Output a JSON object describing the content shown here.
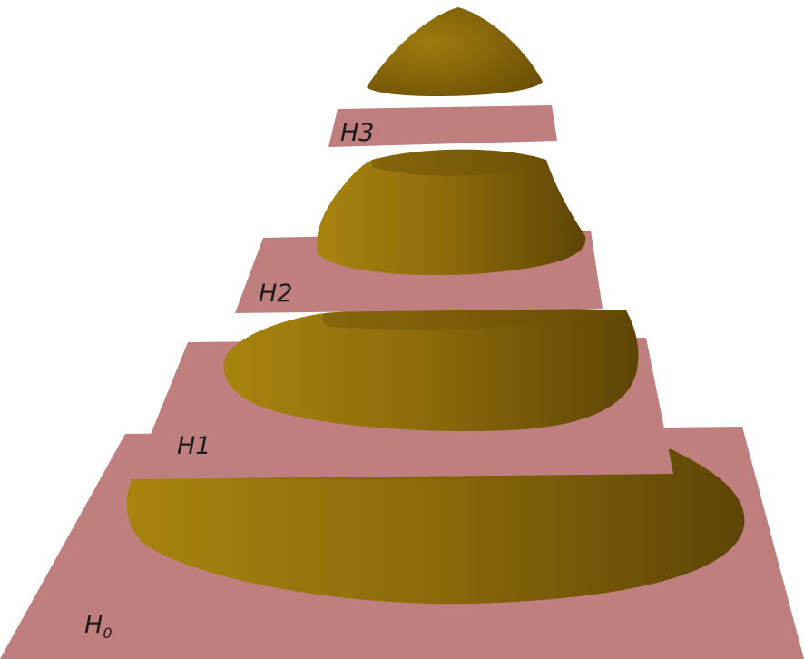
{
  "colors": {
    "plane": "#bf7f7f",
    "plane_edge": "#c98c8c",
    "body": "#8d6b0c",
    "body_dark": "#5a4204",
    "body_light": "#a8850f"
  },
  "planes": {
    "h0": {
      "base": "H",
      "sub": "0"
    },
    "h1": {
      "label": "H1"
    },
    "h2": {
      "label": "H2"
    },
    "h3": {
      "label": "H3"
    }
  }
}
